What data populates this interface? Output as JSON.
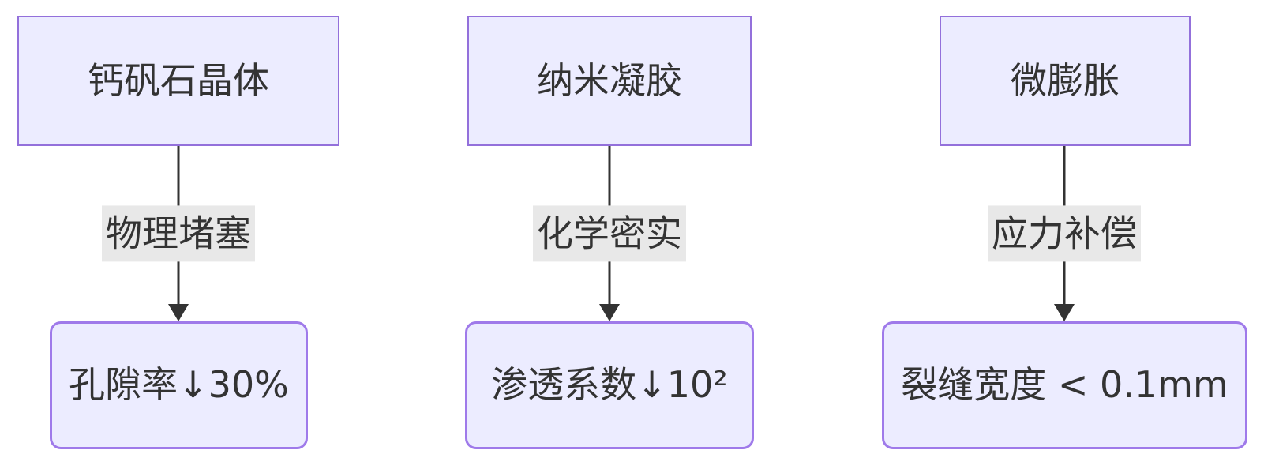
{
  "diagram": {
    "type": "flowchart-top-down",
    "background": "#ffffff",
    "colors": {
      "node_fill": "#ECECFF",
      "source_node_border": "#9370DB",
      "target_node_border": "#9f7aea",
      "edge_stroke": "#333333",
      "edge_label_background": "#e8e8e8",
      "text": "#333333"
    },
    "flows": [
      {
        "source": "钙矾石晶体",
        "edge_label": "物理堵塞",
        "target": "孔隙率↓30%"
      },
      {
        "source": "纳米凝胶",
        "edge_label": "化学密实",
        "target": "渗透系数↓10²"
      },
      {
        "source": "微膨胀",
        "edge_label": "应力补偿",
        "target": "裂缝宽度 < 0.1mm"
      }
    ]
  }
}
